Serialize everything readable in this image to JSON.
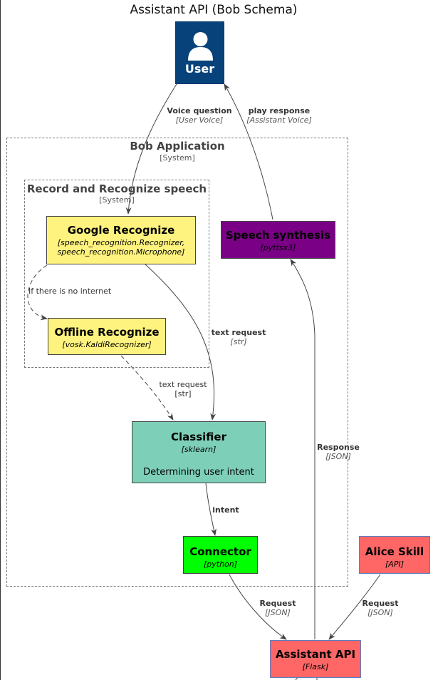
{
  "title": "Assistant API (Bob Schema)",
  "user": {
    "label": "User"
  },
  "boundaries": {
    "bob": {
      "title": "Bob Application",
      "type": "[System]"
    },
    "record": {
      "title": "Record and Recognize speech",
      "type": "[System]"
    }
  },
  "nodes": {
    "google": {
      "name": "Google Recognize",
      "tech_line1": "[speech_recognition.Recognizer,",
      "tech_line2": "speech_recognition.Microphone]"
    },
    "offline": {
      "name": "Offline Recognize",
      "tech": "[vosk.KaldiRecognizer]"
    },
    "speech": {
      "name": "Speech synthesis",
      "tech": "[pyttsx3]"
    },
    "classifier": {
      "name": "Classifier",
      "tech": "[sklearn]",
      "desc": "Determining user intent"
    },
    "connector": {
      "name": "Connector",
      "tech": "[python]"
    },
    "alice": {
      "name": "Alice Skill",
      "tech": "[API]"
    },
    "assistant": {
      "name": "Assistant API",
      "tech": "[Flask]"
    }
  },
  "edges": {
    "voice_question": {
      "label": "Voice question",
      "tech": "[User Voice]"
    },
    "play_response": {
      "label": "play response",
      "tech": "[Assistant Voice]"
    },
    "no_internet": {
      "label": "If there is no internet"
    },
    "text_request_google": {
      "label": "text request",
      "tech": "[str]"
    },
    "text_request_offline": {
      "label": "text request",
      "tech": "[str]"
    },
    "intent": {
      "label": "intent"
    },
    "response": {
      "label": "Response",
      "tech": "[JSON]"
    },
    "request_connector": {
      "label": "Request",
      "tech": "[JSON]"
    },
    "request_alice": {
      "label": "Request",
      "tech": "[JSON]"
    }
  },
  "colors": {
    "user": "#08427b",
    "google": "#fff37f",
    "offline": "#fff37f",
    "speech": "#7a0086",
    "classifier": "#7ecfb8",
    "connector": "#00ff00",
    "external": "#ff6666"
  }
}
